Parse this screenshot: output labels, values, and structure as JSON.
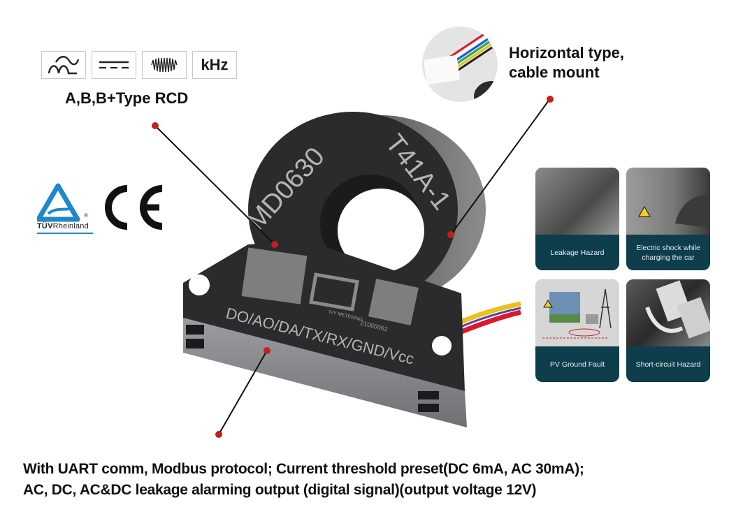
{
  "rcd_types": {
    "icons": [
      {
        "name": "ac-pulsating-wave-icon",
        "label": ""
      },
      {
        "name": "dc-line-icon",
        "label": ""
      },
      {
        "name": "high-frequency-wave-icon",
        "label": ""
      },
      {
        "name": "khz-icon",
        "label": "kHz"
      }
    ],
    "label": "A,B,B+Type RCD"
  },
  "certifications": {
    "tuv": {
      "brand_bold": "TÜV",
      "brand_light": "Rheinland",
      "registered": "®",
      "color": "#1e88c8"
    },
    "ce": "CE"
  },
  "mounting": {
    "title_line1": "Horizontal type,",
    "title_line2": "cable mount"
  },
  "product": {
    "model": "MD0630T41A-1",
    "pin_labels": "DO/AO/DA/TX/RX/GND/Vcc",
    "brand": "IVY METERING",
    "serial": "21060062",
    "wire_colors": [
      "#e8c21a",
      "#5a3fb0",
      "#d81a2a"
    ]
  },
  "hazards": [
    {
      "caption": "Leakage Hazard"
    },
    {
      "caption": "Electric shock while charging the car"
    },
    {
      "caption": "PV Ground Fault"
    },
    {
      "caption": "Short-circuit Hazard"
    }
  ],
  "footer": {
    "line1": "With UART comm, Modbus protocol; Current threshold preset(DC 6mA, AC 30mA);",
    "line2": "AC, DC, AC&DC leakage alarming output (digital signal)(output voltage 12V)"
  },
  "colors": {
    "callout_dot": "#c0201e",
    "hazard_caption_bg": "#0e3d4c",
    "sensor_body": "#2a2b2d"
  }
}
